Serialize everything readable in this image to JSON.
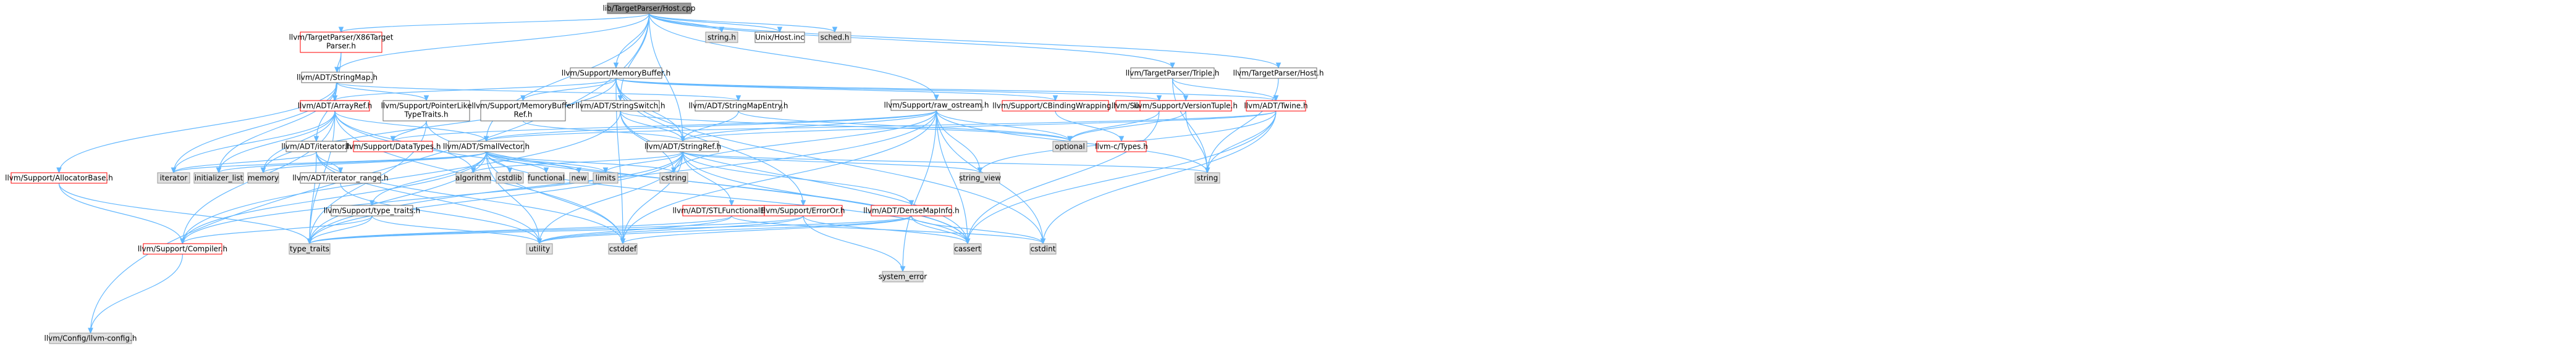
{
  "colors": {
    "root_fill": "#999999",
    "root_stroke": "#666666",
    "linked_fill": "#ffffff",
    "linked_stroke": "#666666",
    "incomplete_stroke": "#ff0000",
    "external_fill": "#e0e0e0",
    "external_stroke": "#999999",
    "edge": "#63B8FF",
    "text": "#000000"
  },
  "nodes": {
    "root": {
      "label": "lib/TargetParser/Host.cpp",
      "kind": "root"
    },
    "x86": {
      "label": [
        "llvm/TargetParser/X86Target",
        "Parser.h"
      ],
      "kind": "incomplete"
    },
    "stringmap": {
      "label": "llvm/ADT/StringMap.h",
      "kind": "linked"
    },
    "memorybuffer": {
      "label": "llvm/Support/MemoryBuffer.h",
      "kind": "linked"
    },
    "raw_ostream": {
      "label": "llvm/Support/raw_ostream.h",
      "kind": "linked"
    },
    "triple": {
      "label": "llvm/TargetParser/Triple.h",
      "kind": "linked"
    },
    "tphost": {
      "label": "llvm/TargetParser/Host.h",
      "kind": "linked"
    },
    "string_h": {
      "label": "string.h",
      "kind": "external"
    },
    "unixhost": {
      "label": "Unix/Host.inc",
      "kind": "linked"
    },
    "sched": {
      "label": "sched.h",
      "kind": "external"
    },
    "arrayref": {
      "label": "llvm/ADT/ArrayRef.h",
      "kind": "incomplete"
    },
    "ptrlike": {
      "label": [
        "llvm/Support/PointerLike",
        "TypeTraits.h"
      ],
      "kind": "linked"
    },
    "mbref": {
      "label": [
        "llvm/Support/MemoryBuffer",
        "Ref.h"
      ],
      "kind": "linked"
    },
    "stringswitch": {
      "label": "llvm/ADT/StringSwitch.h",
      "kind": "linked"
    },
    "smentry": {
      "label": "llvm/ADT/StringMapEntry.h",
      "kind": "linked"
    },
    "cbinding": {
      "label": "llvm/Support/CBindingWrapping.h",
      "kind": "incomplete"
    },
    "alignment": {
      "label": "llvm/Support/Alignment.h",
      "kind": "incomplete"
    },
    "versiontuple": {
      "label": "llvm/Support/VersionTuple.h",
      "kind": "incomplete"
    },
    "twine": {
      "label": "llvm/ADT/Twine.h",
      "kind": "incomplete"
    },
    "iterator_h": {
      "label": "llvm/ADT/iterator.h",
      "kind": "linked"
    },
    "datatypes": {
      "label": "llvm/Support/DataTypes.h",
      "kind": "incomplete"
    },
    "smallvector": {
      "label": "llvm/ADT/SmallVector.h",
      "kind": "linked"
    },
    "stringref": {
      "label": "llvm/ADT/StringRef.h",
      "kind": "linked"
    },
    "ctypes": {
      "label": "llvm-c/Types.h",
      "kind": "incomplete"
    },
    "optional": {
      "label": "optional",
      "kind": "external"
    },
    "allocbase": {
      "label": "llvm/Support/AllocatorBase.h",
      "kind": "incomplete"
    },
    "iterator": {
      "label": "iterator",
      "kind": "external"
    },
    "init_list": {
      "label": "initializer_list",
      "kind": "external"
    },
    "memory": {
      "label": "memory",
      "kind": "external"
    },
    "iter_range": {
      "label": "llvm/ADT/iterator_range.h",
      "kind": "linked"
    },
    "typetraits_h": {
      "label": "llvm/Support/type_traits.h",
      "kind": "linked"
    },
    "algorithm": {
      "label": "algorithm",
      "kind": "external"
    },
    "cstdlib": {
      "label": "cstdlib",
      "kind": "external"
    },
    "functional": {
      "label": "functional",
      "kind": "external"
    },
    "new": {
      "label": "new",
      "kind": "external"
    },
    "limits": {
      "label": "limits",
      "kind": "external"
    },
    "cstring": {
      "label": "cstring",
      "kind": "external"
    },
    "stlfunc": {
      "label": "llvm/ADT/STLFunctionalExtras.h",
      "kind": "incomplete"
    },
    "erroror": {
      "label": "llvm/Support/ErrorOr.h",
      "kind": "incomplete"
    },
    "densemapinfo": {
      "label": "llvm/ADT/DenseMapInfo.h",
      "kind": "incomplete"
    },
    "string_view": {
      "label": "string_view",
      "kind": "external"
    },
    "string": {
      "label": "string",
      "kind": "external"
    },
    "compiler": {
      "label": "llvm/Support/Compiler.h",
      "kind": "incomplete"
    },
    "type_traits": {
      "label": "type_traits",
      "kind": "external"
    },
    "utility": {
      "label": "utility",
      "kind": "external"
    },
    "cstddef": {
      "label": "cstddef",
      "kind": "external"
    },
    "cassert": {
      "label": "cassert",
      "kind": "external"
    },
    "system_error": {
      "label": "system_error",
      "kind": "external"
    },
    "cstdint": {
      "label": "cstdint",
      "kind": "external"
    },
    "llvmconfig": {
      "label": "llvm/Config/llvm-config.h",
      "kind": "external"
    }
  },
  "edges": [
    [
      "root",
      "x86"
    ],
    [
      "root",
      "stringmap"
    ],
    [
      "root",
      "memorybuffer"
    ],
    [
      "root",
      "raw_ostream"
    ],
    [
      "root",
      "triple"
    ],
    [
      "root",
      "tphost"
    ],
    [
      "root",
      "string_h"
    ],
    [
      "root",
      "unixhost"
    ],
    [
      "root",
      "sched"
    ],
    [
      "root",
      "stringref"
    ],
    [
      "root",
      "stringswitch"
    ],
    [
      "root",
      "smallvector"
    ],
    [
      "root",
      "llvmconfig"
    ],
    [
      "x86",
      "arrayref"
    ],
    [
      "x86",
      "stringmap"
    ],
    [
      "stringmap",
      "smentry"
    ],
    [
      "stringmap",
      "allocbase"
    ],
    [
      "stringmap",
      "ptrlike"
    ],
    [
      "stringmap",
      "iterator_h"
    ],
    [
      "stringmap",
      "init_list"
    ],
    [
      "stringmap",
      "iterator"
    ],
    [
      "memorybuffer",
      "arrayref"
    ],
    [
      "memorybuffer",
      "stringref"
    ],
    [
      "memorybuffer",
      "twine"
    ],
    [
      "memorybuffer",
      "cbinding"
    ],
    [
      "memorybuffer",
      "alignment"
    ],
    [
      "memorybuffer",
      "erroror"
    ],
    [
      "memorybuffer",
      "mbref"
    ],
    [
      "memorybuffer",
      "cstddef"
    ],
    [
      "memorybuffer",
      "cstdint"
    ],
    [
      "memorybuffer",
      "memory"
    ],
    [
      "raw_ostream",
      "smallvector"
    ],
    [
      "raw_ostream",
      "stringref"
    ],
    [
      "raw_ostream",
      "datatypes"
    ],
    [
      "raw_ostream",
      "cassert"
    ],
    [
      "raw_ostream",
      "cstddef"
    ],
    [
      "raw_ostream",
      "cstdint"
    ],
    [
      "raw_ostream",
      "cstring"
    ],
    [
      "raw_ostream",
      "optional"
    ],
    [
      "raw_ostream",
      "string"
    ],
    [
      "raw_ostream",
      "string_view"
    ],
    [
      "raw_ostream",
      "system_error"
    ],
    [
      "raw_ostream",
      "type_traits"
    ],
    [
      "triple",
      "twine"
    ],
    [
      "triple",
      "versiontuple"
    ],
    [
      "triple",
      "string"
    ],
    [
      "tphost",
      "string"
    ],
    [
      "arrayref",
      "smallvector"
    ],
    [
      "arrayref",
      "compiler"
    ],
    [
      "arrayref",
      "algorithm"
    ],
    [
      "arrayref",
      "array"
    ],
    [
      "arrayref",
      "cassert"
    ],
    [
      "arrayref",
      "cstddef"
    ],
    [
      "arrayref",
      "init_list"
    ],
    [
      "arrayref",
      "iterator"
    ],
    [
      "arrayref",
      "memory"
    ],
    [
      "arrayref",
      "type_traits"
    ],
    [
      "arrayref",
      "vector"
    ],
    [
      "ptrlike",
      "datatypes"
    ],
    [
      "ptrlike",
      "cassert"
    ],
    [
      "ptrlike",
      "type_traits"
    ],
    [
      "mbref",
      "stringref"
    ],
    [
      "stringswitch",
      "stringref"
    ],
    [
      "stringswitch",
      "compiler"
    ],
    [
      "stringswitch",
      "cassert"
    ],
    [
      "stringswitch",
      "cstring"
    ],
    [
      "stringswitch",
      "optional"
    ],
    [
      "smentry",
      "stringref"
    ],
    [
      "smentry",
      "optional"
    ],
    [
      "cbinding",
      "ctypes"
    ],
    [
      "alignment",
      "cassert"
    ],
    [
      "alignment",
      "optional"
    ],
    [
      "versiontuple",
      "optional"
    ],
    [
      "versiontuple",
      "string"
    ],
    [
      "twine",
      "smallvector"
    ],
    [
      "twine",
      "stringref"
    ],
    [
      "twine",
      "cassert"
    ],
    [
      "twine",
      "cstdint"
    ],
    [
      "twine",
      "string"
    ],
    [
      "twine",
      "string_view"
    ],
    [
      "iterator_h",
      "iter_range"
    ],
    [
      "iterator_h",
      "cstddef"
    ],
    [
      "iterator_h",
      "iterator"
    ],
    [
      "iterator_h",
      "type_traits"
    ],
    [
      "iterator_h",
      "utility"
    ],
    [
      "smallvector",
      "compiler"
    ],
    [
      "smallvector",
      "type_traits"
    ],
    [
      "smallvector",
      "algorithm"
    ],
    [
      "smallvector",
      "cassert"
    ],
    [
      "smallvector",
      "cstddef"
    ],
    [
      "smallvector",
      "cstdlib"
    ],
    [
      "smallvector",
      "cstring"
    ],
    [
      "smallvector",
      "functional"
    ],
    [
      "smallvector",
      "init_list"
    ],
    [
      "smallvector",
      "iterator"
    ],
    [
      "smallvector",
      "limits"
    ],
    [
      "smallvector",
      "memory"
    ],
    [
      "smallvector",
      "new"
    ],
    [
      "smallvector",
      "utility"
    ],
    [
      "smallvector",
      "typetraits_h"
    ],
    [
      "stringref",
      "densemapinfo"
    ],
    [
      "stringref",
      "stlfunc"
    ],
    [
      "stringref",
      "iterator_range2"
    ],
    [
      "stringref",
      "compiler"
    ],
    [
      "stringref",
      "algorithm"
    ],
    [
      "stringref",
      "cassert"
    ],
    [
      "stringref",
      "cstddef"
    ],
    [
      "stringref",
      "cstring"
    ],
    [
      "stringref",
      "limits"
    ],
    [
      "stringref",
      "string"
    ],
    [
      "stringref",
      "string_view"
    ],
    [
      "stringref",
      "type_traits"
    ],
    [
      "stringref",
      "utility"
    ],
    [
      "allocbase",
      "compiler"
    ],
    [
      "allocbase",
      "type_traits"
    ],
    [
      "iter_range",
      "utility"
    ],
    [
      "typetraits_h",
      "compiler"
    ],
    [
      "typetraits_h",
      "type_traits"
    ],
    [
      "typetraits_h",
      "utility"
    ],
    [
      "stlfunc",
      "type_traits"
    ],
    [
      "stlfunc",
      "utility"
    ],
    [
      "stlfunc",
      "cstdint"
    ],
    [
      "erroror",
      "cassert"
    ],
    [
      "erroror",
      "system_error"
    ],
    [
      "erroror",
      "type_traits"
    ],
    [
      "erroror",
      "utility"
    ],
    [
      "densemapinfo",
      "cassert"
    ],
    [
      "densemapinfo",
      "cstddef"
    ],
    [
      "densemapinfo",
      "cstdint"
    ],
    [
      "densemapinfo",
      "type_traits"
    ],
    [
      "densemapinfo",
      "utility"
    ],
    [
      "compiler",
      "llvmconfig"
    ]
  ]
}
